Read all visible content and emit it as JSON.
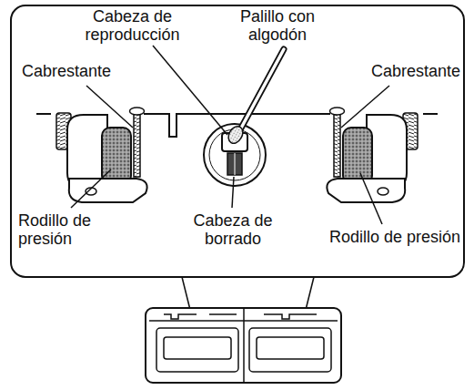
{
  "diagram": {
    "labels": [
      "Cabeza de reproducción",
      "Palillo con algodón",
      "Cabrestante",
      "Cabrestante",
      "Rodillo de presión",
      "Cabeza de borrado",
      "Rodillo de presión"
    ]
  }
}
